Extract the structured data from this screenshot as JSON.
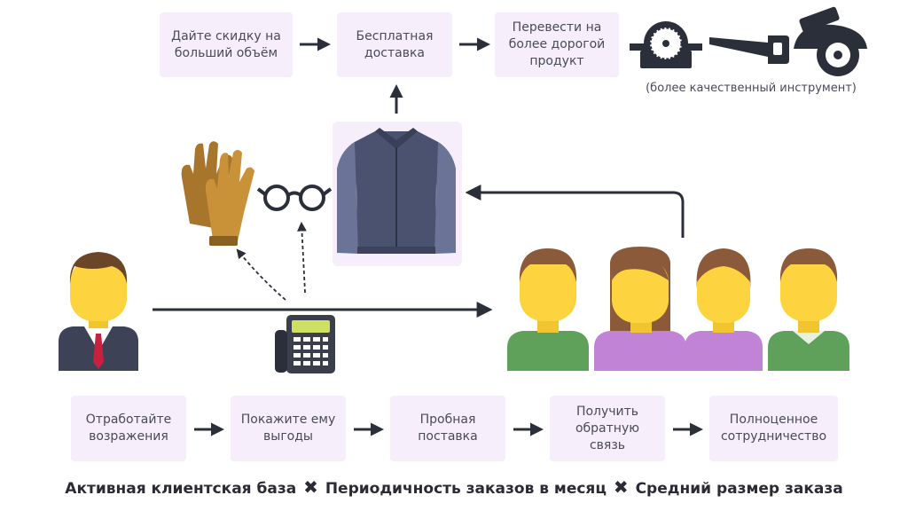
{
  "top_row": [
    {
      "label": "Дайте скидку на\nбольший объём"
    },
    {
      "label": "Бесплатная\nдоставка"
    },
    {
      "label": "Перевести на\nболее дорогой\nпродукт"
    }
  ],
  "tools_caption": "(более качественный инструмент)",
  "bottom_row": [
    {
      "label": "Отработайте\nвозражения"
    },
    {
      "label": "Покажите ему\nвыгоды"
    },
    {
      "label": "Пробная\nпоставка"
    },
    {
      "label": "Получить\nобратную\nсвязь"
    },
    {
      "label": "Полноценное\nсотрудничество"
    }
  ],
  "formula": {
    "term1": "Активная клиентская база",
    "times1": "✖",
    "term2": "Периодичность заказов в месяц",
    "times2": "✖",
    "term3": "Средний размер заказа"
  },
  "colors": {
    "box_bg": "#f6eefb",
    "arrow": "#2b2f3a",
    "face": "#fdd43f",
    "shirt_green": "#5fa05a",
    "shirt_purple": "#c183d6",
    "hair_brown": "#8a5a3a",
    "jacket": "#4b5270"
  }
}
